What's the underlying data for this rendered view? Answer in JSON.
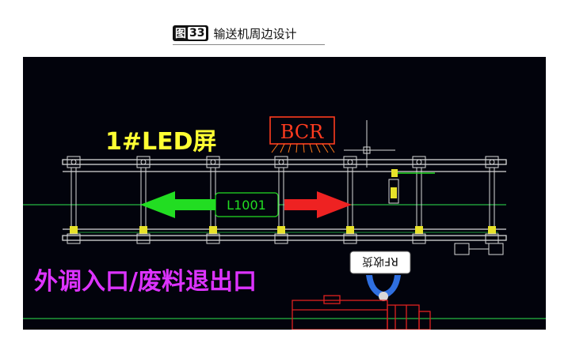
{
  "caption": {
    "figure_badge": "图",
    "figure_number": "33",
    "title": "输送机周边设计"
  },
  "drawing": {
    "screen_label": "1#LED屏",
    "bcr_label": "BCR",
    "conveyor_label": "L1001",
    "rf_label": "RF收货",
    "entrance_label": "外调入口/废料退出口",
    "colors": {
      "background": "#02030c",
      "screen_label": "#ffff33",
      "bcr": "#ff3b1f",
      "arrow_left": "#22dd22",
      "arrow_right": "#ee2222",
      "entrance_label": "#dd33ff",
      "frame": "#d8d8d8",
      "green_line": "#1f9a3a",
      "yellow_part": "#e8e22a",
      "scanner_blue": "#2f6fe0",
      "red_machine": "#e02020"
    }
  }
}
